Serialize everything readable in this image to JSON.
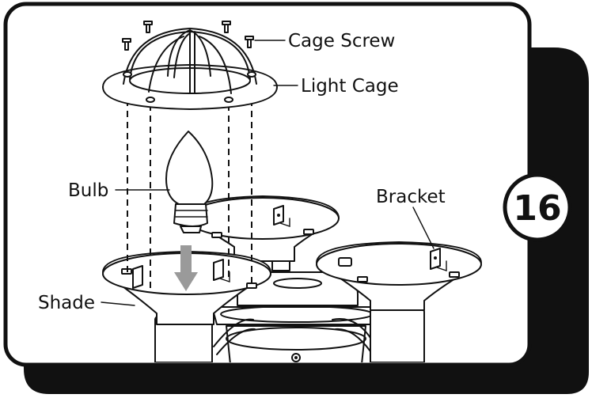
{
  "step_number": "16",
  "labels": {
    "cage_screw": "Cage Screw",
    "light_cage": "Light Cage",
    "bulb": "Bulb",
    "bracket": "Bracket",
    "shade": "Shade"
  },
  "colors": {
    "line": "#111111",
    "background": "#ffffff",
    "frame_shadow": "#111111",
    "arrow": "#9a9a9a"
  }
}
